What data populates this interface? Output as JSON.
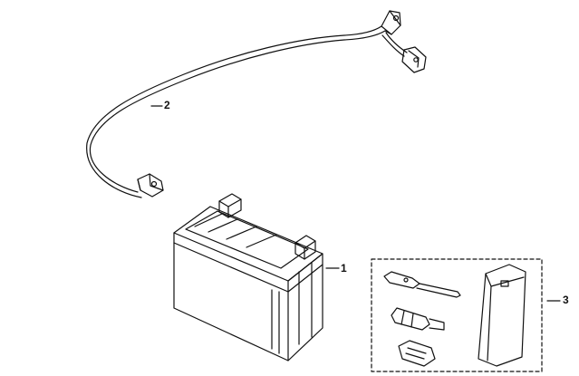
{
  "parts": [
    {
      "number": "1"
    },
    {
      "number": "2"
    },
    {
      "number": "3"
    }
  ],
  "colors": {
    "stroke": "#111111",
    "background": "#ffffff"
  }
}
